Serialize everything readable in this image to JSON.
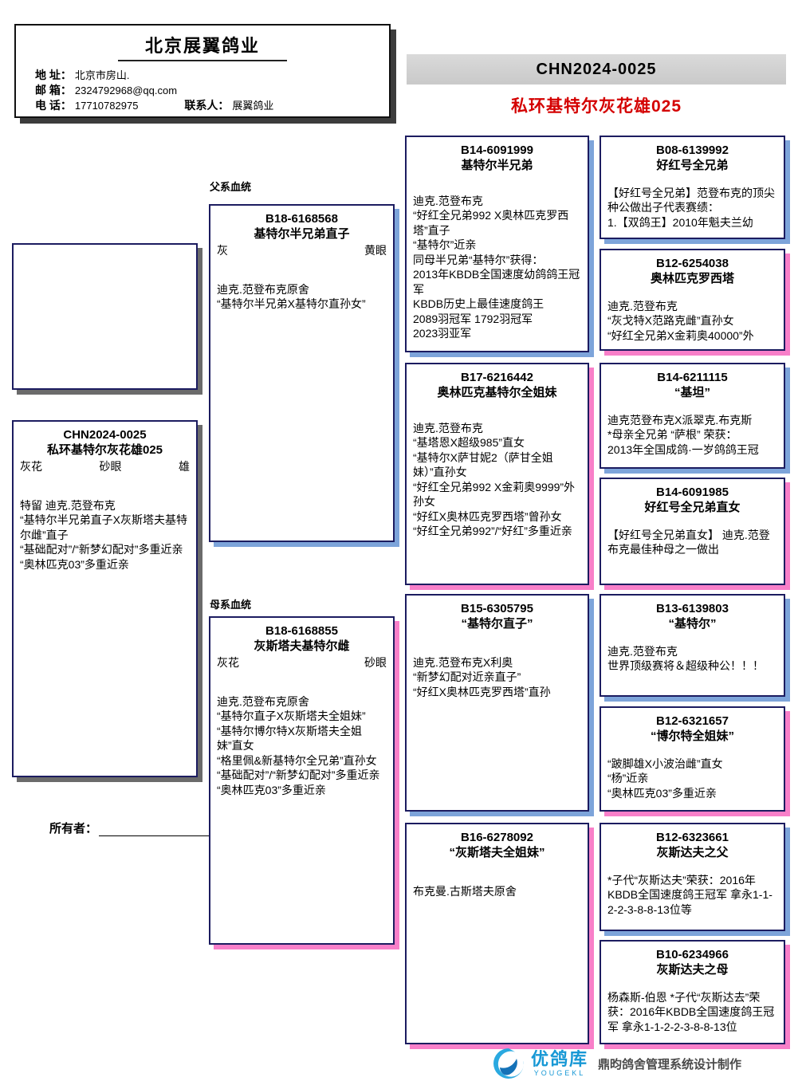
{
  "header": {
    "company": "北京展翼鸽业",
    "address_label": "地 址：",
    "address": "北京市房山.",
    "email_label": "邮 箱：",
    "email": "2324792968@qq.com",
    "phone_label": "电 话：",
    "phone": "17710782975",
    "contact_label": "联系人：",
    "contact": "展翼鸽业"
  },
  "title_bar": {
    "ring": "CHN2024-0025",
    "bird_name": "私环基特尔灰花雄025"
  },
  "section_labels": {
    "sire_line": "父系血统",
    "dam_line": "母系血统"
  },
  "owner": {
    "label": "所有者："
  },
  "subject": {
    "ring": "CHN2024-0025",
    "name": "私环基特尔灰花雄025",
    "color": "灰花",
    "eye": "砂眼",
    "sex": "雄",
    "desc": "特留 迪克.范登布克\n“基特尔半兄弟直子X灰斯塔夫基特尔雌”直子\n“基础配对”/“新梦幻配对”多重近亲\n“奥林匹克03”多重近亲"
  },
  "sire": {
    "ring": "B18-6168568",
    "name": "基特尔半兄弟直子",
    "color": "灰",
    "eye": "黄眼",
    "desc": "迪克.范登布克原舍\n“基特尔半兄弟X基特尔直孙女”"
  },
  "dam": {
    "ring": "B18-6168855",
    "name": "灰斯塔夫基特尔雌",
    "color": "灰花",
    "eye": "砂眼",
    "desc": "迪克.范登布克原舍\n“基特尔直子X灰斯塔夫全姐妹”\n“基特尔博尔特X灰斯塔夫全姐妹”直女\n“格里佩&新基特尔全兄弟”直孙女\n“基础配对”/“新梦幻配对”多重近亲\n“奥林匹克03”多重近亲"
  },
  "grandparents": [
    {
      "ring": "B14-6091999",
      "name": "基特尔半兄弟",
      "desc": "迪克.范登布克\n“好红全兄弟992 X奥林匹克罗西塔”直子\n“基特尔”近亲\n同母半兄弟“基特尔”获得：\n2013年KBDB全国速度幼鸽鸽王冠军\nKBDB历史上最佳速度鸽王\n2089羽冠军  1792羽冠军\n2023羽亚军"
    },
    {
      "ring": "B17-6216442",
      "name": "奥林匹克基特尔全姐妹",
      "desc": "迪克.范登布克\n“基塔恩X超级985”直女\n“基特尔X萨甘妮2（萨甘全姐妹）”直孙女\n“好红全兄弟992 X金莉奥9999”外孙女\n“好红X奥林匹克罗西塔”曾孙女\n“好红全兄弟992”/“好红”多重近亲"
    },
    {
      "ring": "B15-6305795",
      "name": "“基特尔直子”",
      "desc": "迪克.范登布克X利奥\n“新梦幻配对近亲直子”\n“好红X奥林匹克罗西塔”直孙"
    },
    {
      "ring": "B16-6278092",
      "name": "“灰斯塔夫全姐妹”",
      "desc": "布克曼.古斯塔夫原舍"
    }
  ],
  "great_grandparents": [
    {
      "ring": "B08-6139992",
      "name": "好红号全兄弟",
      "desc": "【好红号全兄弟】范登布克的顶尖种公做出子代表赛绩：\n1.【双鸽王】2010年魁夫兰幼"
    },
    {
      "ring": "B12-6254038",
      "name": "奥林匹克罗西塔",
      "desc": "迪克.范登布克\n“灰戈特X范路克雌”直孙女\n“好红全兄弟X金莉奥40000”外"
    },
    {
      "ring": "B14-6211115",
      "name": "“基坦”",
      "desc": "迪克范登布克X派翠克.布克斯\n*母亲全兄弟 “萨根” 荣获：\n2013年全国成鸽·一岁鸽鸽王冠"
    },
    {
      "ring": "B14-6091985",
      "name": "好红号全兄弟直女",
      "desc": "【好红号全兄弟直女】 迪克.范登布克最佳种母之一做出"
    },
    {
      "ring": "B13-6139803",
      "name": "“基特尔”",
      "desc": "迪克.范登布克\n世界顶级赛将＆超级种公！！！"
    },
    {
      "ring": "B12-6321657",
      "name": "“博尔特全姐妹”",
      "desc": "“跛脚雄X小波治雌”直女\n“杨”近亲\n“奥林匹克03”多重近亲"
    },
    {
      "ring": "B12-6323661",
      "name": "灰斯达夫之父",
      "desc": "*子代“灰斯达夫”荣获：2016年KBDB全国速度鸽王冠军 拿永1-1-2-2-3-8-8-13位等"
    },
    {
      "ring": "B10-6234966",
      "name": "灰斯达夫之母",
      "desc": "杨森斯-伯恩 *子代“灰斯达去”荣获：2016年KBDB全国速度鸽王冠军 拿永1-1-2-2-3-8-8-13位"
    }
  ],
  "footer": {
    "brand": "优鸽库",
    "brand_en": "YOUGEKL",
    "credit": "鼎昀鸽舍管理系统设计制作"
  }
}
